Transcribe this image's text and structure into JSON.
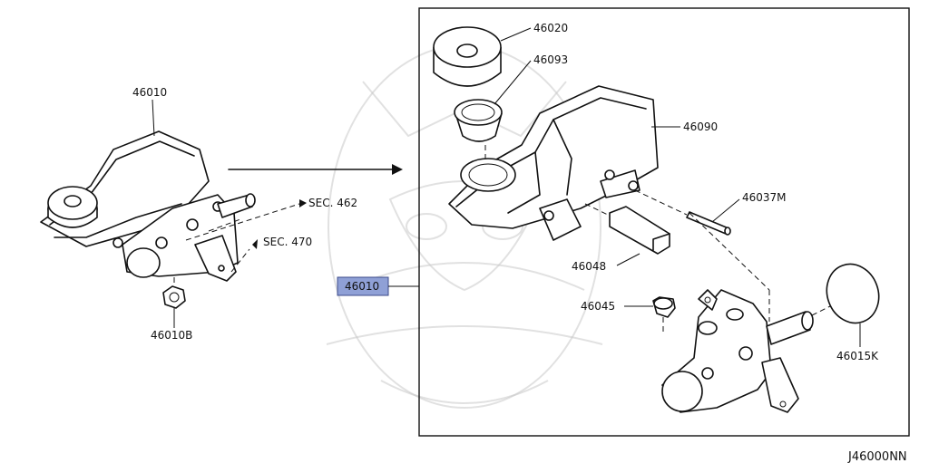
{
  "diagram": {
    "part_labels": {
      "p46010_left": "46010",
      "p46010b": "46010B",
      "sec462": "SEC. 462",
      "sec470": "SEC. 470",
      "p46010_highlight": "46010",
      "p46020": "46020",
      "p46093": "46093",
      "p46090": "46090",
      "p46037m": "46037M",
      "p46048": "46048",
      "p46045": "46045",
      "p46015k": "46015K"
    },
    "figure_code": "J46000NN"
  }
}
